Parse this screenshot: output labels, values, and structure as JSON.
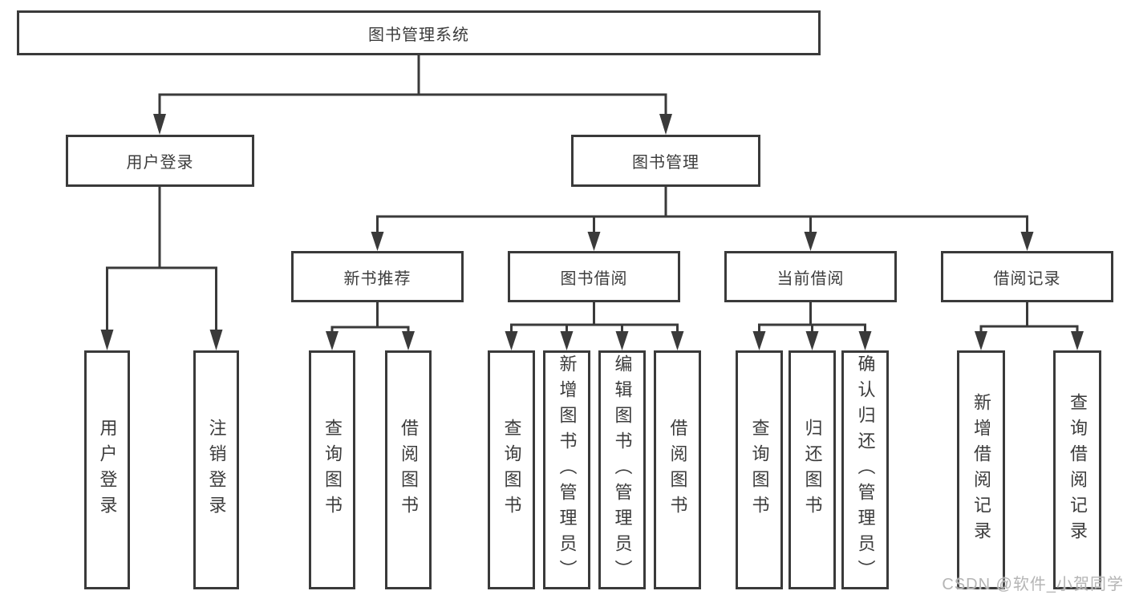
{
  "colors": {
    "line": "#3a3a3a",
    "box_border": "#3a3a3a",
    "box_fill": "#ffffff",
    "text": "#3c3c3c",
    "watermark_text": "#b5b5b5",
    "background": "#ffffff"
  },
  "nodes": {
    "root": "图书管理系统",
    "user_login": "用户登录",
    "book_management": "图书管理",
    "new_book_recommend": "新书推荐",
    "book_borrow": "图书借阅",
    "current_borrow": "当前借阅",
    "borrow_record": "借阅记录",
    "leaf_user_login": "用户登录",
    "leaf_logout": "注销登录",
    "leaf_rec_query_book": "查询图书",
    "leaf_rec_borrow_book": "借阅图书",
    "leaf_bb_query_book": "查询图书",
    "leaf_bb_add_book": "新增图书（管理员）",
    "leaf_bb_edit_book": "编辑图书（管理员）",
    "leaf_bb_borrow_book": "借阅图书",
    "leaf_cb_query_book": "查询图书",
    "leaf_cb_return_book": "归还图书",
    "leaf_cb_confirm_return": "确认归还（管理员）",
    "leaf_br_add_record": "新增借阅记录",
    "leaf_br_query_record": "查询借阅记录"
  },
  "watermark": "CSDN @软件_小贺同学"
}
